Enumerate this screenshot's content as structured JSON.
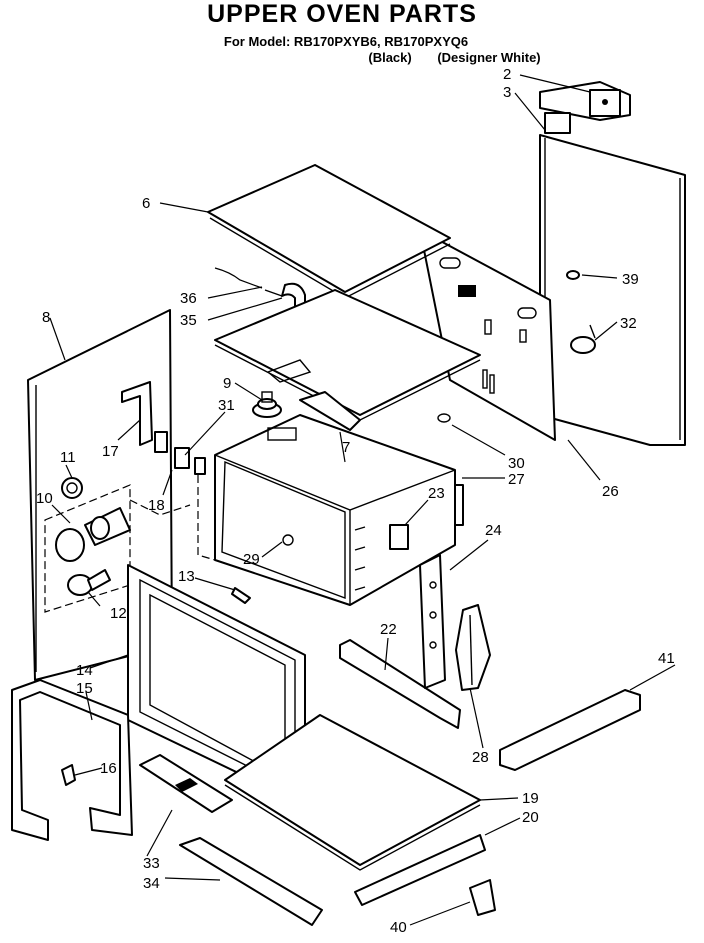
{
  "header": {
    "title": "UPPER OVEN PARTS",
    "model_line": "For Model: RB170PXYB6, RB170PXYQ6",
    "variant_black": "(Black)",
    "variant_white": "(Designer White)"
  },
  "callouts": [
    "2",
    "3",
    "6",
    "39",
    "36",
    "35",
    "32",
    "8",
    "9",
    "31",
    "17",
    "11",
    "30",
    "27",
    "26",
    "10",
    "18",
    "23",
    "24",
    "29",
    "13",
    "22",
    "41",
    "12",
    "14",
    "15",
    "16",
    "28",
    "19",
    "20",
    "33",
    "34",
    "40",
    "7"
  ],
  "colors": {
    "ink": "#000000",
    "paper": "#ffffff"
  }
}
